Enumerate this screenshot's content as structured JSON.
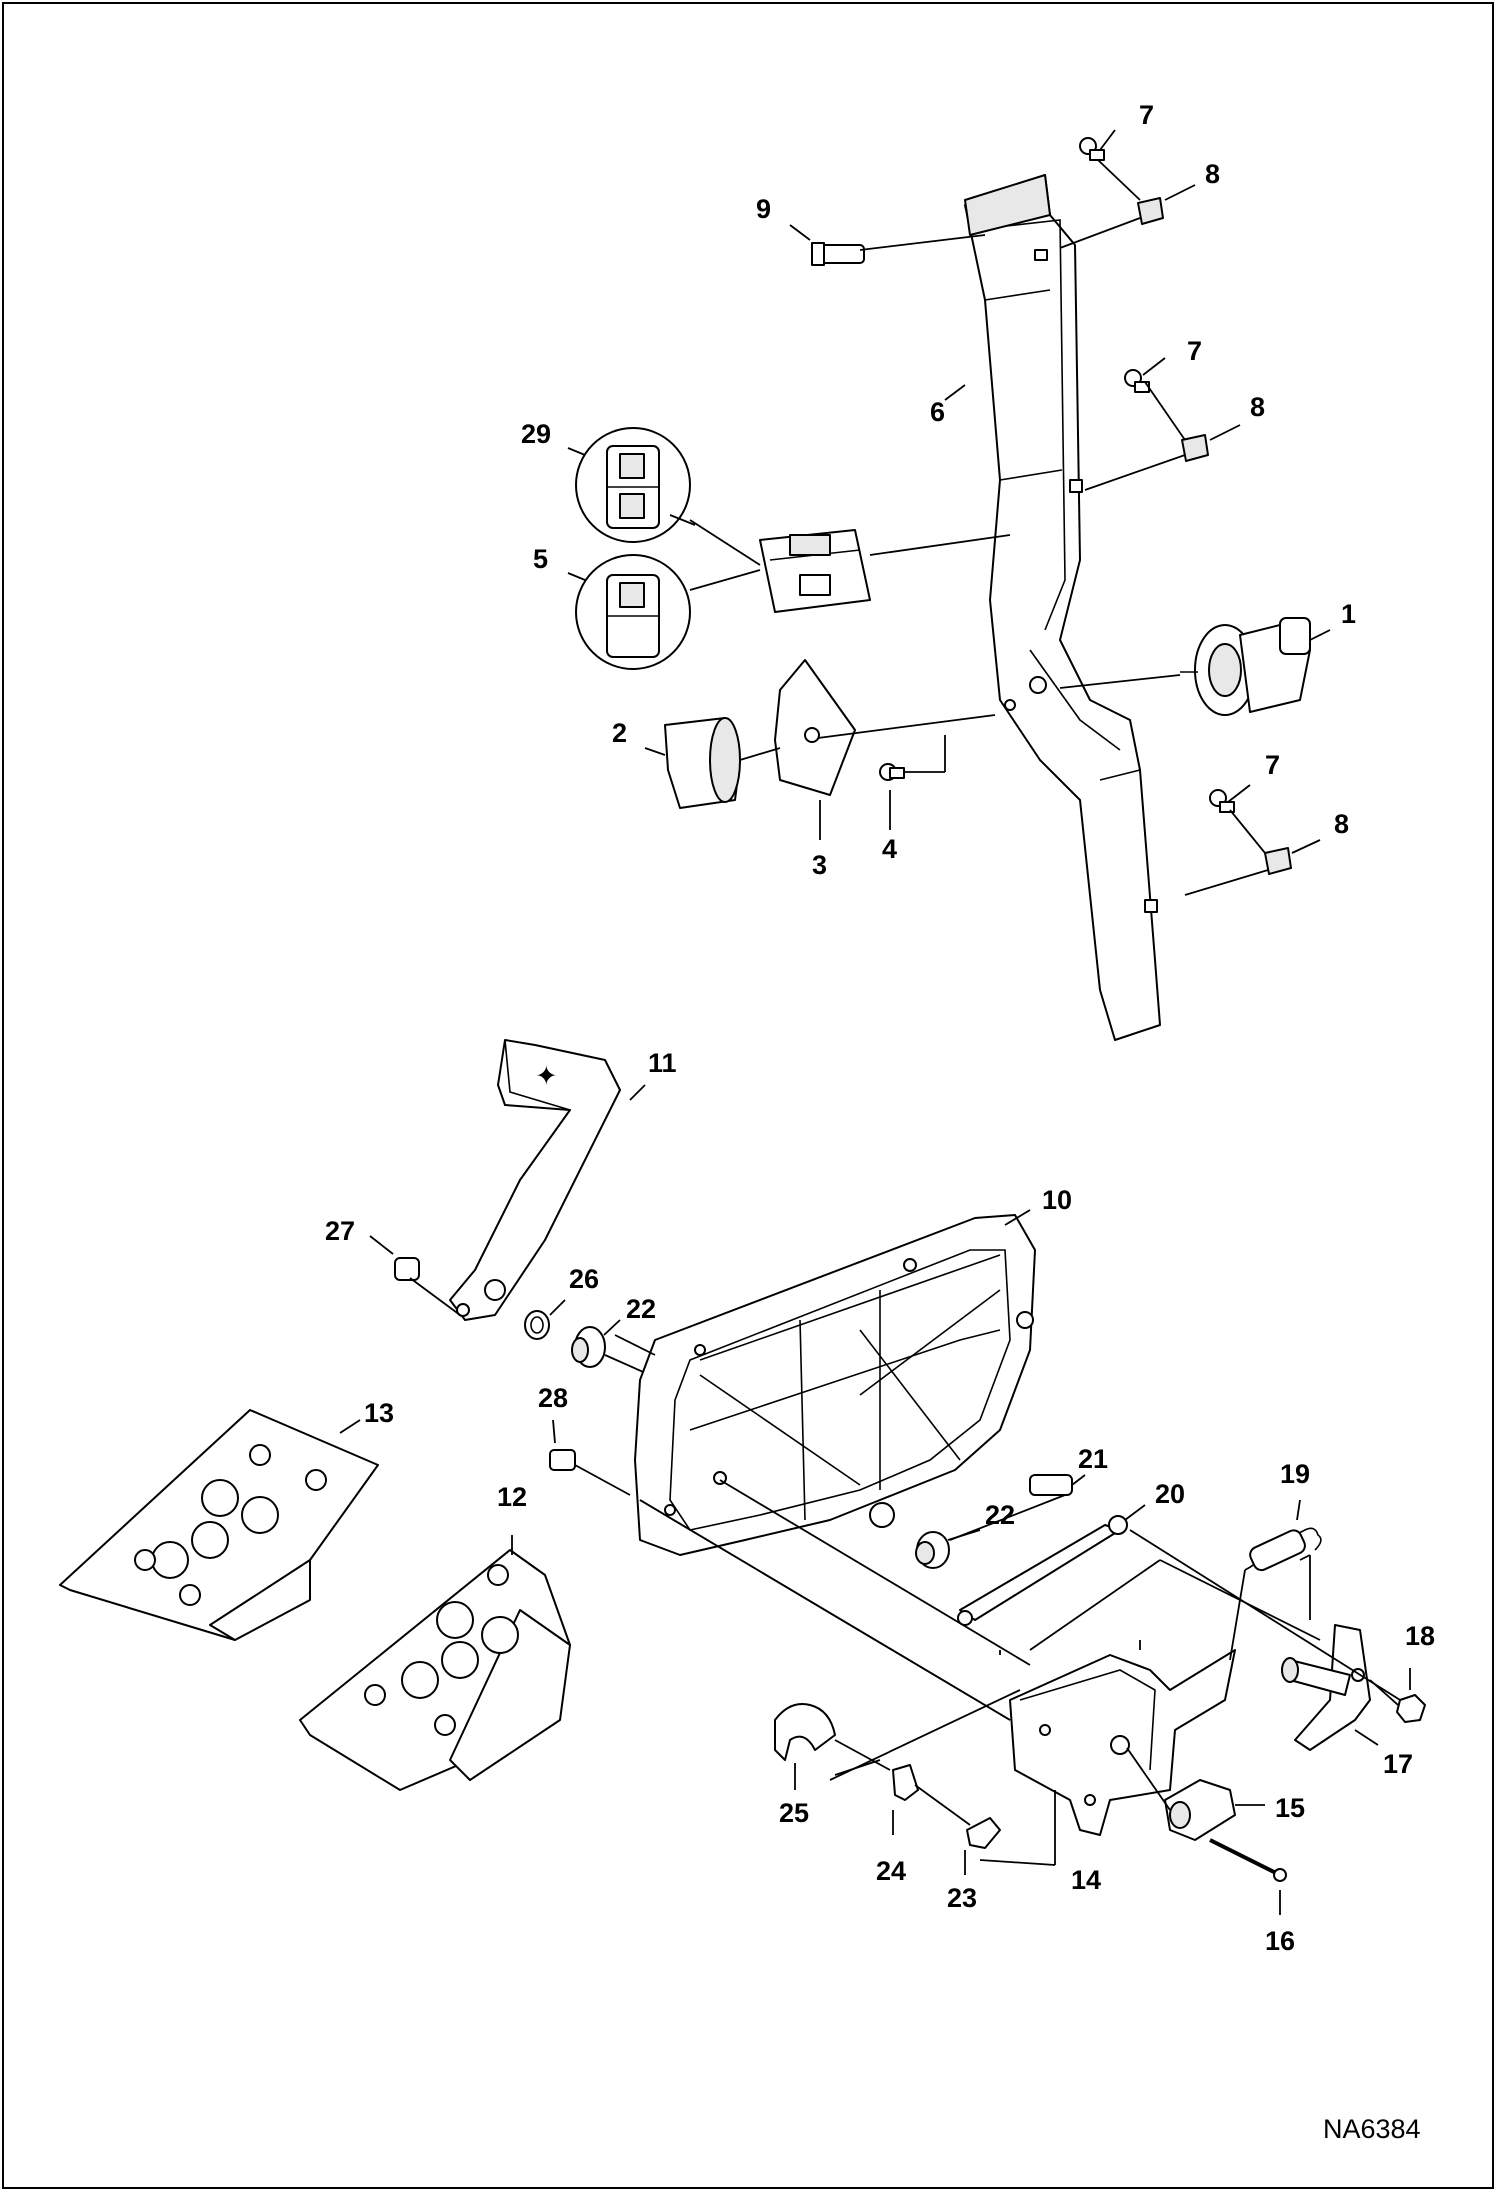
{
  "drawing_id": "NA6384",
  "callouts": [
    {
      "id": "c1",
      "text": "1"
    },
    {
      "id": "c2",
      "text": "2"
    },
    {
      "id": "c3",
      "text": "3"
    },
    {
      "id": "c4",
      "text": "4"
    },
    {
      "id": "c5",
      "text": "5"
    },
    {
      "id": "c6",
      "text": "6"
    },
    {
      "id": "c7a",
      "text": "7"
    },
    {
      "id": "c7b",
      "text": "7"
    },
    {
      "id": "c7c",
      "text": "7"
    },
    {
      "id": "c8a",
      "text": "8"
    },
    {
      "id": "c8b",
      "text": "8"
    },
    {
      "id": "c8c",
      "text": "8"
    },
    {
      "id": "c9",
      "text": "9"
    },
    {
      "id": "c10",
      "text": "10"
    },
    {
      "id": "c11",
      "text": "11"
    },
    {
      "id": "c12",
      "text": "12"
    },
    {
      "id": "c13",
      "text": "13"
    },
    {
      "id": "c14",
      "text": "14"
    },
    {
      "id": "c15",
      "text": "15"
    },
    {
      "id": "c16",
      "text": "16"
    },
    {
      "id": "c17",
      "text": "17"
    },
    {
      "id": "c18",
      "text": "18"
    },
    {
      "id": "c19",
      "text": "19"
    },
    {
      "id": "c20",
      "text": "20"
    },
    {
      "id": "c21",
      "text": "21"
    },
    {
      "id": "c22a",
      "text": "22"
    },
    {
      "id": "c22b",
      "text": "22"
    },
    {
      "id": "c23",
      "text": "23"
    },
    {
      "id": "c24",
      "text": "24"
    },
    {
      "id": "c25",
      "text": "25"
    },
    {
      "id": "c26",
      "text": "26"
    },
    {
      "id": "c27",
      "text": "27"
    },
    {
      "id": "c28",
      "text": "28"
    },
    {
      "id": "c29",
      "text": "29"
    }
  ]
}
